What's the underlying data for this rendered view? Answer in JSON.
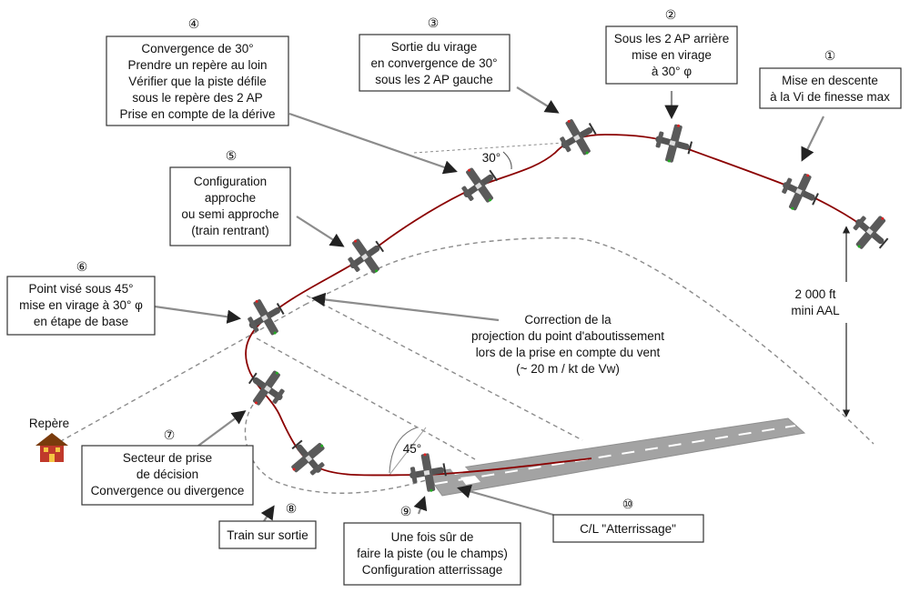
{
  "annotations": [
    {
      "number": "①",
      "lines": [
        "Mise en descente",
        "à la Vi de finesse max"
      ]
    },
    {
      "number": "②",
      "lines": [
        "Sous les 2 AP arrière",
        "mise en virage",
        "à 30° φ"
      ]
    },
    {
      "number": "③",
      "lines": [
        "Sortie du virage",
        "en convergence de 30°",
        "sous les 2 AP gauche"
      ]
    },
    {
      "number": "④",
      "lines": [
        "Convergence de 30°",
        "Prendre un repère au loin",
        "Vérifier que la piste défile",
        "sous le repère des 2 AP",
        "Prise en compte de la dérive"
      ]
    },
    {
      "number": "⑤",
      "lines": [
        "Configuration",
        "approche",
        "ou semi approche",
        "(train rentrant)"
      ]
    },
    {
      "number": "⑥",
      "lines": [
        "Point visé sous 45°",
        "mise en virage à 30° φ",
        "en étape de base"
      ]
    },
    {
      "number": "⑦",
      "lines": [
        "Secteur de prise",
        "de décision",
        "Convergence ou divergence"
      ]
    },
    {
      "number": "⑧",
      "lines": [
        "Train sur sortie"
      ]
    },
    {
      "number": "⑨",
      "lines": [
        "Une fois sûr de",
        "faire la piste (ou le champs)",
        "Configuration atterrissage"
      ]
    },
    {
      "number": "⑩",
      "lines": [
        "C/L \"Atterrissage\""
      ]
    }
  ],
  "correction_note": [
    "Correction de la",
    "projection du point d'aboutissement",
    "lors de la prise en compte du vent",
    "(~ 20 m / kt de Vw)"
  ],
  "altitude_label": [
    "2 000 ft",
    "mini AAL"
  ],
  "angle_30": "30°",
  "angle_45": "45°",
  "landmark_label": "Repère",
  "colors": {
    "trajectory": "#8b0000",
    "runway": "#a0a0a0",
    "aircraft": "#505050",
    "guides": "#8c8c8c",
    "house": "#c0392b",
    "house_roof": "#7a3b0c"
  }
}
